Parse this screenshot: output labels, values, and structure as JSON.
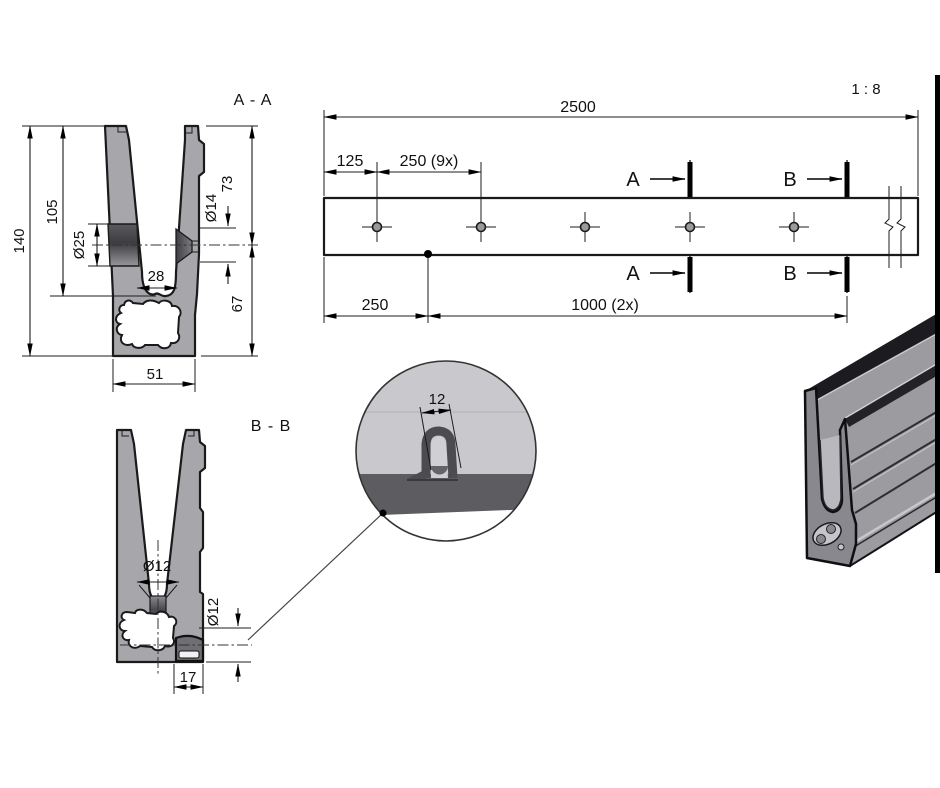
{
  "drawing": {
    "scale_label": "1 : 8",
    "front_view": {
      "length_total": "2500",
      "offset_first_hole": "125",
      "hole_pitch": "250 (9x)",
      "offset_ref_point": "250",
      "ref_pitch": "1000 (2x)",
      "cut_label_a": "A",
      "cut_label_b": "B"
    },
    "section_aa": {
      "title": "A - A",
      "overall_height": "140",
      "channel_depth": "105",
      "hole_left_dia": "Ø25",
      "hole_right_dia": "Ø14",
      "top_to_hole_center": "73",
      "hole_center_to_bottom": "67",
      "channel_width": "28",
      "base_width": "51"
    },
    "section_bb": {
      "title": "B - B",
      "bottom_hole_dia": "Ø12",
      "side_hole_dia": "Ø12",
      "edge_offset": "17"
    },
    "detail_view": {
      "slot_width": "12"
    },
    "colors": {
      "profile_fill": "#a7a7ab",
      "outline": "#1a1a1a",
      "detail_light": "#c9c9cd",
      "detail_dark": "#5c5c61",
      "iso_face": "#9b9ba0"
    }
  }
}
